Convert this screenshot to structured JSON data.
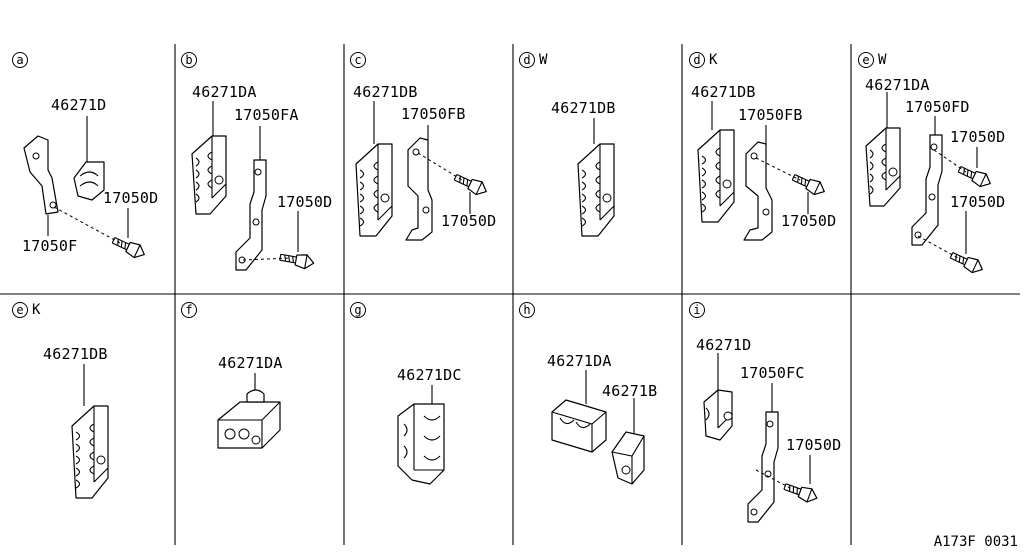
{
  "panels": {
    "a": {
      "letter": "a",
      "suffix": "",
      "parts": [
        "46271D",
        "17050D",
        "17050F"
      ]
    },
    "b": {
      "letter": "b",
      "suffix": "",
      "parts": [
        "46271DA",
        "17050FA",
        "17050D"
      ]
    },
    "c": {
      "letter": "c",
      "suffix": "",
      "parts": [
        "46271DB",
        "17050FB",
        "17050D"
      ]
    },
    "dw": {
      "letter": "d",
      "suffix": "W",
      "parts": [
        "46271DB"
      ]
    },
    "dk": {
      "letter": "d",
      "suffix": "K",
      "parts": [
        "46271DB",
        "17050FB",
        "17050D"
      ]
    },
    "ew": {
      "letter": "e",
      "suffix": "W",
      "parts": [
        "46271DA",
        "17050FD",
        "17050D",
        "17050D"
      ]
    },
    "ek": {
      "letter": "e",
      "suffix": "K",
      "parts": [
        "46271DB"
      ]
    },
    "f": {
      "letter": "f",
      "suffix": "",
      "parts": [
        "46271DA"
      ]
    },
    "g": {
      "letter": "g",
      "suffix": "",
      "parts": [
        "46271DC"
      ]
    },
    "h": {
      "letter": "h",
      "suffix": "",
      "parts": [
        "46271DA",
        "46271B"
      ]
    },
    "i": {
      "letter": "i",
      "suffix": "",
      "parts": [
        "46271D",
        "17050FC",
        "17050D"
      ]
    }
  },
  "diagram_code": "A173F 0031"
}
